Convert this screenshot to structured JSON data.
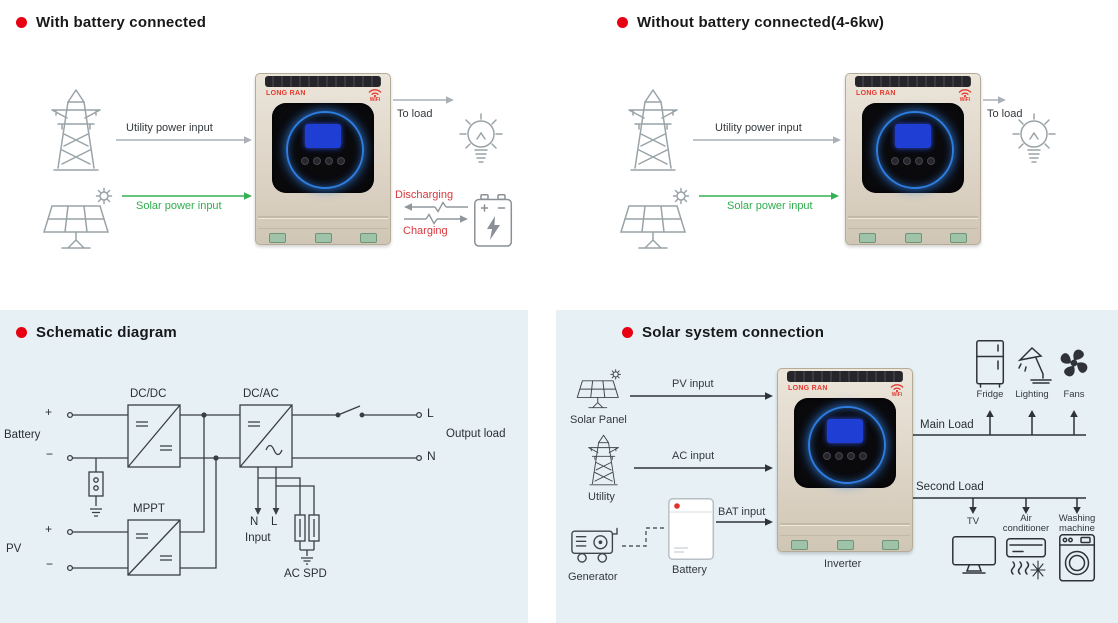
{
  "colors": {
    "accent_red": "#e60012",
    "solar_green": "#2fae4e",
    "charge_red": "#d9363e",
    "panel_blue": "#e7f1f5",
    "ring_blue": "#2e7de0",
    "brand_red": "#e23b30",
    "icon_gray": "#9aa3a8",
    "line_dark": "#2f3338"
  },
  "inverter": {
    "brand": "LONG RAN",
    "wifi_label": "WiFi"
  },
  "with_battery": {
    "title": "With battery connected",
    "utility_label": "Utility power input",
    "solar_label": "Solar power input",
    "to_load_label": "To load",
    "discharging_label": "Discharging",
    "charging_label": "Charging"
  },
  "without_battery": {
    "title": "Without battery connected(4-6kw)",
    "utility_label": "Utility power input",
    "solar_label": "Solar power input",
    "to_load_label": "To load"
  },
  "schematic": {
    "title": "Schematic diagram",
    "battery_label": "Battery",
    "pv_label": "PV",
    "dcdc_label": "DC/DC",
    "dcac_label": "DC/AC",
    "mppt_label": "MPPT",
    "l_label": "L",
    "n_label": "N",
    "output_load_label": "Output load",
    "input_n_label": "N",
    "input_l_label": "L",
    "input_label": "Input",
    "ac_spd_label": "AC SPD",
    "plus": "+",
    "minus": "−"
  },
  "solar_system": {
    "title": "Solar system connection",
    "solar_panel_label": "Solar Panel",
    "pv_input_label": "PV input",
    "utility_label": "Utility",
    "ac_input_label": "AC input",
    "generator_label": "Generator",
    "battery_label": "Battery",
    "bat_input_label": "BAT input",
    "inverter_label": "Inverter",
    "main_load_label": "Main Load",
    "second_load_label": "Second Load",
    "loads_main": [
      "Fridge",
      "Lighting",
      "Fans"
    ],
    "tv_label": "TV",
    "ac_line1": "Air",
    "ac_line2": "conditioner",
    "wm_line1": "Washing",
    "wm_line2": "machine"
  }
}
